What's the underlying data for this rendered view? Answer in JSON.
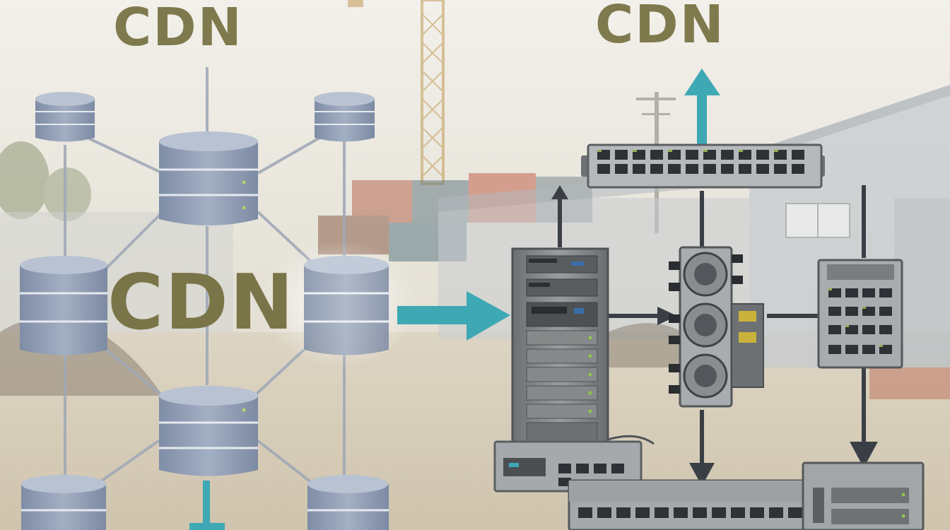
{
  "labels": {
    "top_left": "CDN",
    "top_right": "CDN",
    "center": "CDN"
  },
  "colors": {
    "label_olive": "#7f7a4d",
    "server_blue": "#8e9cb4",
    "link_blue_gray": "#9aa3b0",
    "arrow_teal": "#3ea8b4",
    "arrow_dark": "#3a3f46",
    "hardware_gray": "#8a8c8e",
    "port_green": "#5a7a3a"
  },
  "icons": [
    "server-stack-icon",
    "rack-server-icon",
    "network-switch-icon",
    "patch-panel-icon",
    "arrow-icon"
  ]
}
